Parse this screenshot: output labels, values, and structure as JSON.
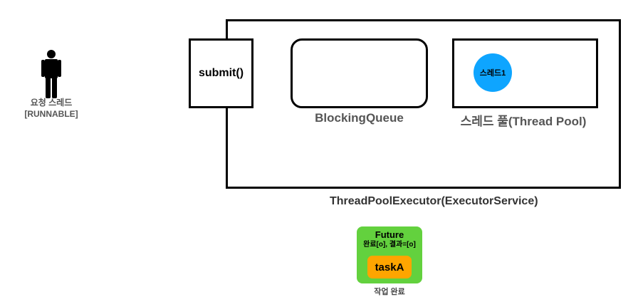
{
  "person": {
    "icon": "person-icon",
    "label": "요청 스레드\n[RUNNABLE]"
  },
  "executor": {
    "label": "ThreadPoolExecutor(ExecutorService)"
  },
  "submit": {
    "label": "submit()"
  },
  "queue": {
    "label": "BlockingQueue"
  },
  "pool": {
    "label": "스레드 풀(Thread Pool)",
    "thread_label": "스레드1",
    "thread_color": "#0ea5ff"
  },
  "future": {
    "title": "Future",
    "status": "완료[o], 결과=[o]",
    "task_label": "taskA",
    "caption": "작업 완료",
    "box_color": "#63d13e",
    "task_color": "#ffa500"
  }
}
